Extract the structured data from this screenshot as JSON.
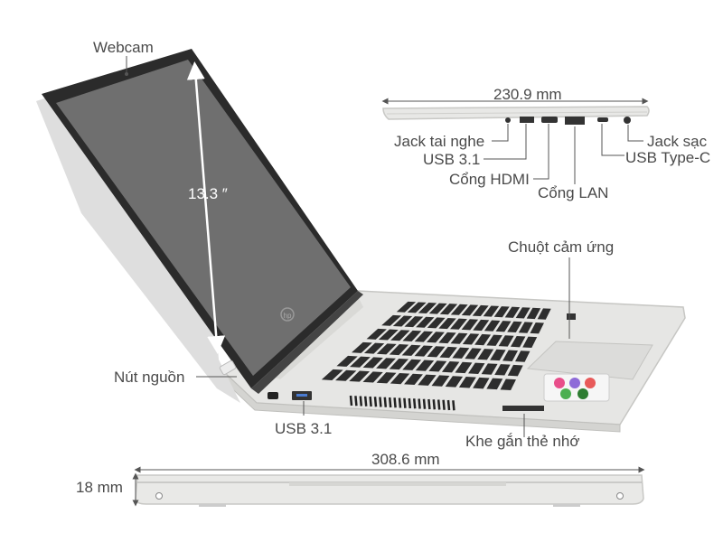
{
  "labels": {
    "webcam": "Webcam",
    "screen_size": "13.3 ″",
    "power_button": "Nút nguồn",
    "usb_left": "USB 3.1",
    "card_reader": "Khe gắn thẻ nhớ",
    "touchpad": "Chuột cảm ứng",
    "depth": "230.9 mm",
    "headphone_jack": "Jack tai nghe",
    "usb_right": "USB 3.1",
    "hdmi": "Cổng HDMI",
    "lan": "Cổng LAN",
    "charging_jack": "Jack sạc",
    "usb_type_c": "USB Type-C",
    "width": "308.6 mm",
    "thickness": "18 mm"
  },
  "colors": {
    "chassis": "#e4e4e2",
    "chassis_edge": "#c9c9c6",
    "screen": "#6d6d6d",
    "bezel": "#2d2d2d",
    "keyboard": "#2f2f2f",
    "leader_line": "#555555"
  }
}
